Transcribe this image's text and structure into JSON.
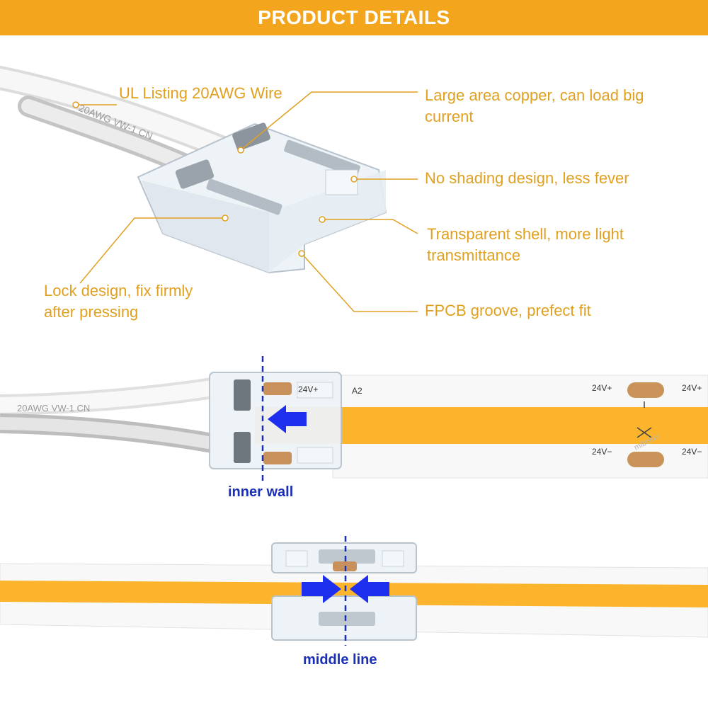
{
  "banner": {
    "title": "PRODUCT DETAILS"
  },
  "callouts": {
    "wire": "UL Listing 20AWG Wire",
    "copper_line1": "Large area copper, can load big",
    "copper_line2": "current",
    "shading": "No shading design, less fever",
    "shell_line1": "Transparent shell, more light",
    "shell_line2": "transmittance",
    "lock_line1": "Lock design, fix firmly",
    "lock_line2": "after pressing",
    "groove": "FPCB groove, prefect fit"
  },
  "captions": {
    "inner_wall": "inner wall",
    "middle_line": "middle line"
  },
  "strip": {
    "pad_positive": "24V+",
    "pad_negative": "24V−",
    "pad_index": "A2",
    "wire_print": "20AWG  VW-1  CN",
    "brand_watermark": "mibolux"
  },
  "colors": {
    "banner": "#F4A51E",
    "callout_text": "#E0A020",
    "leader_line": "#E0A020",
    "caption_text": "#1A2FB8",
    "arrow": "#1F2FF0",
    "led_band": "#FBB42C"
  }
}
